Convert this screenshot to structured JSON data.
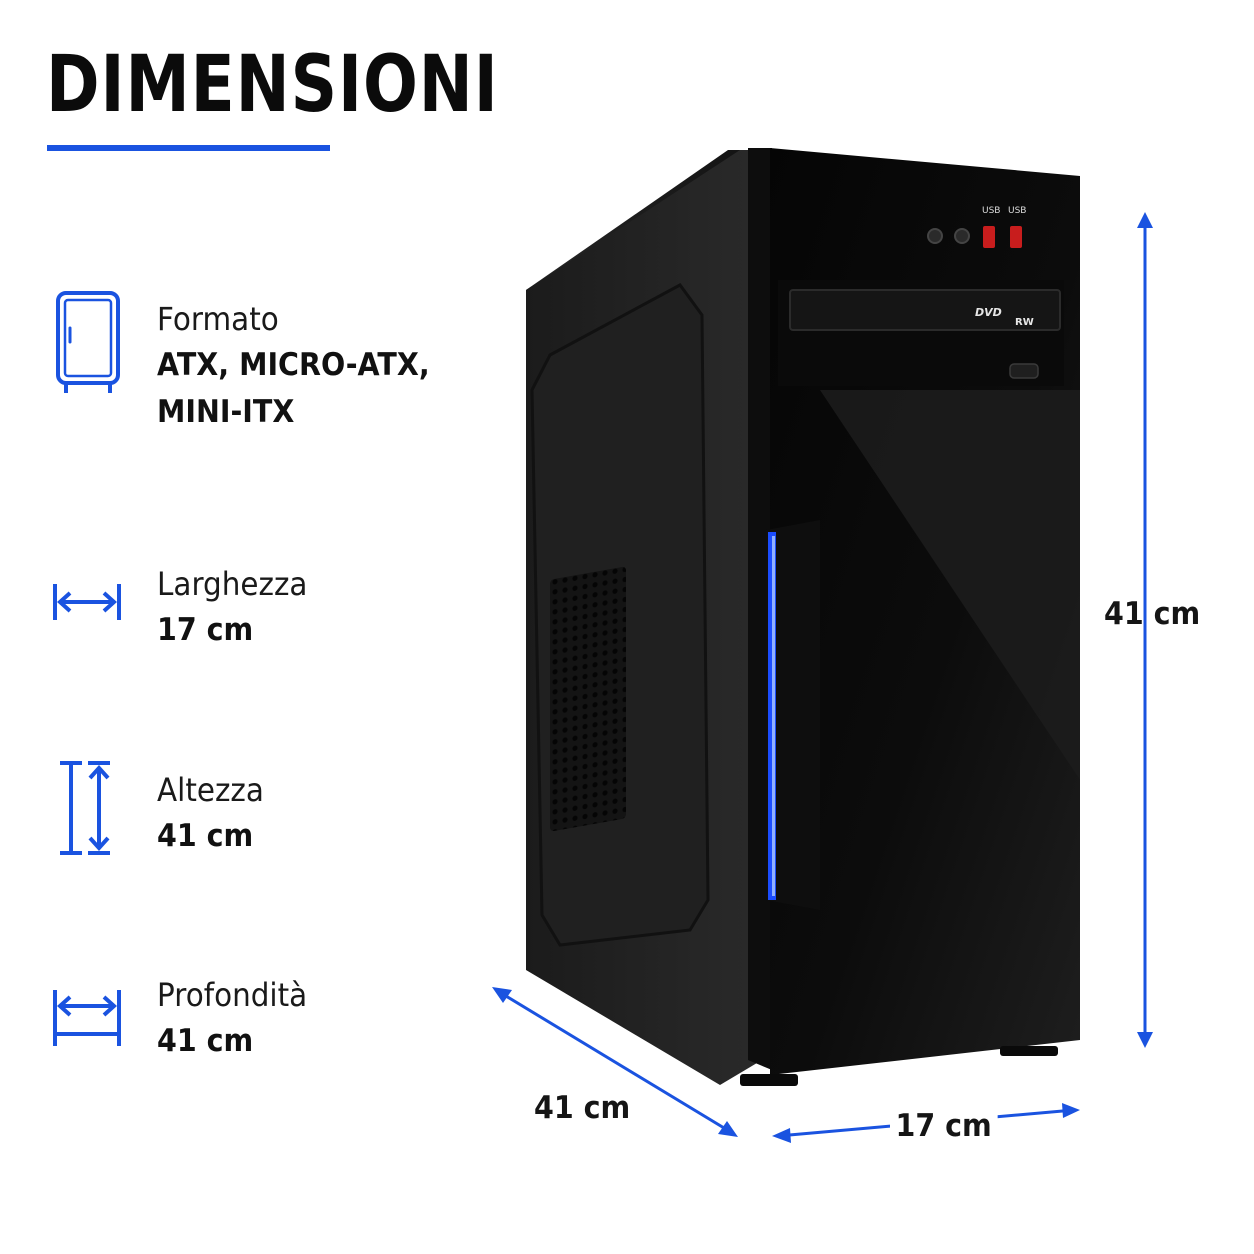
{
  "title": "DIMENSIONI",
  "accent_color": "#1a53e0",
  "specs": [
    {
      "icon": "case-icon",
      "label": "Formato",
      "value_lines": [
        "ATX, MICRO-ATX,",
        "MINI-ITX"
      ]
    },
    {
      "icon": "width-icon",
      "label": "Larghezza",
      "value_lines": [
        "17 cm"
      ]
    },
    {
      "icon": "height-icon",
      "label": "Altezza",
      "value_lines": [
        "41 cm"
      ]
    },
    {
      "icon": "depth-icon",
      "label": "Profondità",
      "value_lines": [
        "41 cm"
      ]
    }
  ],
  "dimensions": {
    "height": "41 cm",
    "width": "17 cm",
    "depth": "41 cm"
  },
  "product_front": {
    "port_labels": [
      "USB",
      "USB"
    ],
    "drive_badges": [
      "DVD",
      "RW"
    ]
  }
}
